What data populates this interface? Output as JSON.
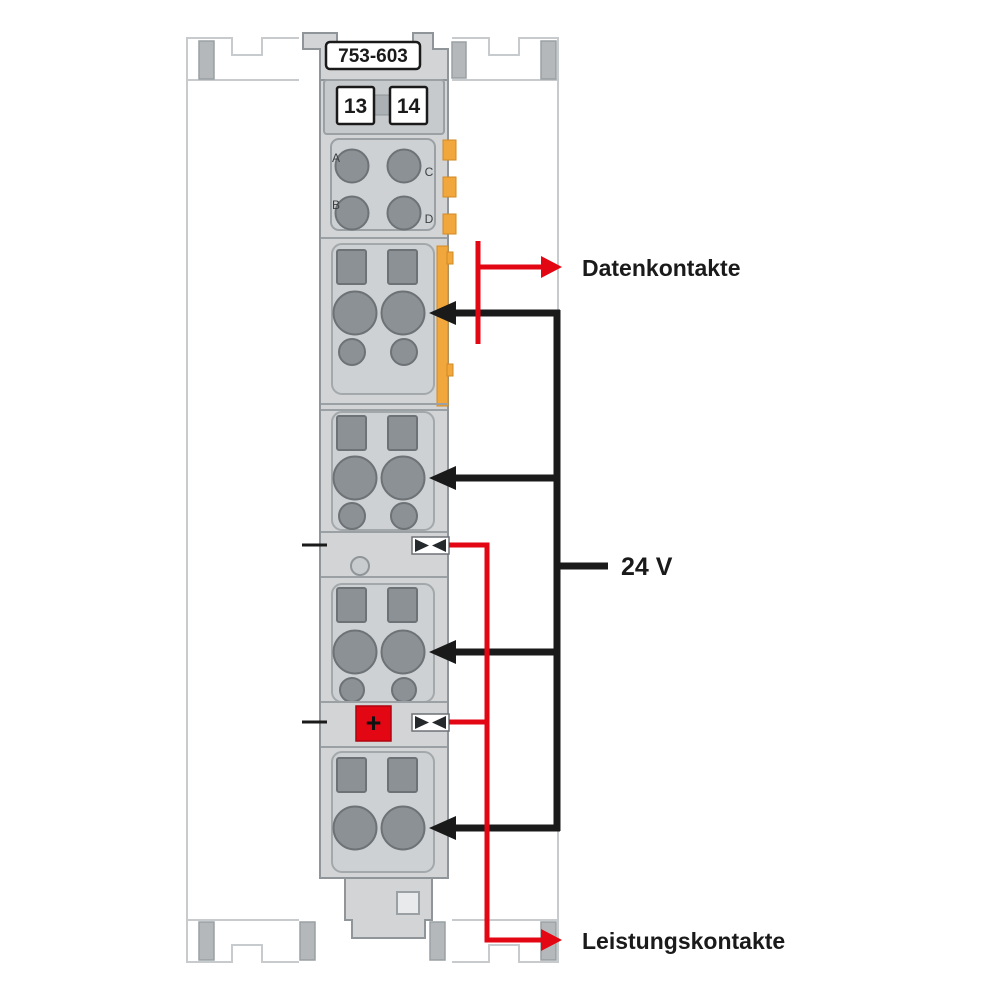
{
  "diagram": {
    "module_code": "753-603",
    "terminal_numbers": [
      "13",
      "14"
    ],
    "contact_letters": [
      "A",
      "B",
      "C",
      "D"
    ],
    "polarity_plus": "+",
    "polarity_minus": "-",
    "labels": {
      "data_contacts": "Datenkontakte",
      "voltage": "24 V",
      "power_contacts": "Leistungskontakte"
    },
    "colors": {
      "module_fill": "#d2d4d6",
      "module_stroke": "#8f9598",
      "panel_fill": "#ced1d3",
      "contact_gray": "#8c9195",
      "orange": "#f2a73d",
      "red": "#e30613",
      "black": "#1a1a1a",
      "faint_outline": "#c7cbcd",
      "background": "#ffffff"
    }
  }
}
